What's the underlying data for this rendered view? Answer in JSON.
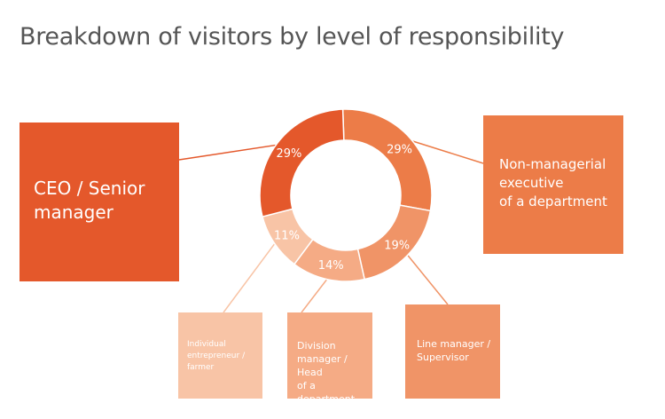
{
  "title": "Breakdown of visitors by level of responsibility",
  "colors": {
    "ceo": "#E4582B",
    "non_managerial": "#EC7C48",
    "line_manager": "#F09467",
    "division_manager": "#F5AB85",
    "individual": "#F8C4A6",
    "title_text": "#555555",
    "connector": "#F0A080"
  },
  "boxes": {
    "ceo": "CEO / Senior\nmanager",
    "non_managerial": "Non-managerial\nexecutive\nof a department",
    "line_manager": "Line manager /\nSupervisor",
    "division_manager": "Division\nmanager / Head\nof a department",
    "individual": "Individual\nentrepreneur /\nfarmer"
  },
  "chart_data": {
    "type": "pie",
    "title": "Breakdown of visitors by level of responsibility",
    "categories": [
      "CEO / Senior manager",
      "Non-managerial executive of a department",
      "Line manager / Supervisor",
      "Division manager / Head of a department",
      "Individual entrepreneur / farmer"
    ],
    "values": [
      29,
      29,
      19,
      14,
      11
    ],
    "data_labels": [
      "29%",
      "29%",
      "19%",
      "14%",
      "11%"
    ],
    "donut": true,
    "legend": "none"
  }
}
